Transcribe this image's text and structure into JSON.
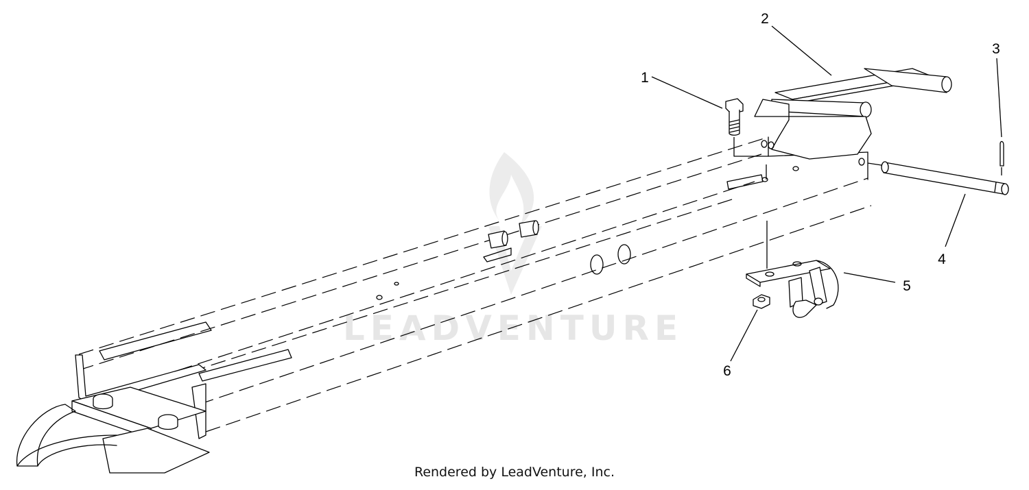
{
  "diagram": {
    "callouts": [
      {
        "id": "1",
        "label": "1"
      },
      {
        "id": "2",
        "label": "2"
      },
      {
        "id": "3",
        "label": "3"
      },
      {
        "id": "4",
        "label": "4"
      },
      {
        "id": "5",
        "label": "5"
      },
      {
        "id": "6",
        "label": "6"
      }
    ]
  },
  "watermark": {
    "text": "LEADVENTURE",
    "icon": "flame-logo-icon"
  },
  "footer": {
    "text": "Rendered by LeadVenture, Inc."
  }
}
